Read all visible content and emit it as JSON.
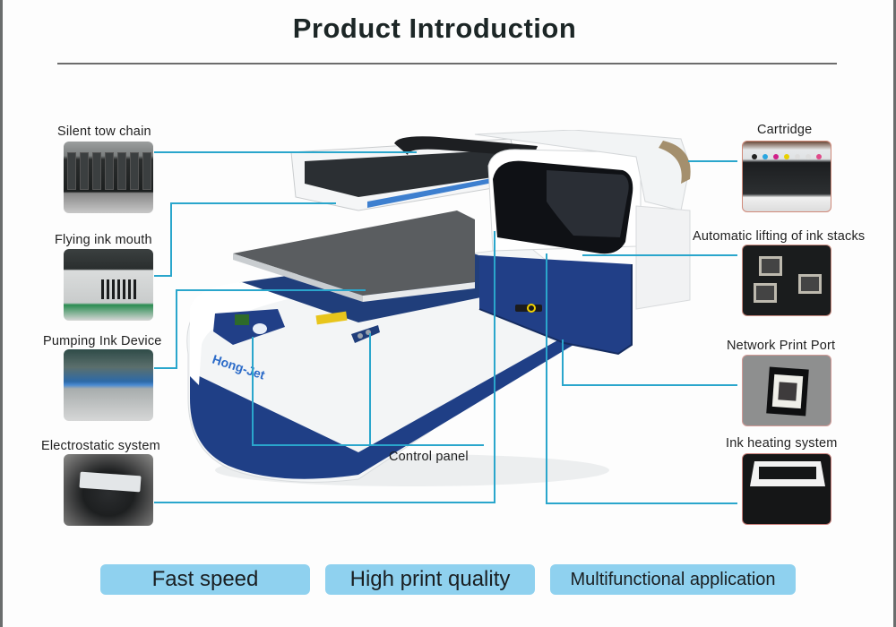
{
  "page": {
    "title": "Product Introduction"
  },
  "features_left": [
    {
      "label": "Silent tow chain",
      "icon": "tow-chain-photo"
    },
    {
      "label": "Flying ink mouth",
      "icon": "ink-mouth-photo"
    },
    {
      "label": "Pumping Ink Device",
      "icon": "pump-device-photo"
    },
    {
      "label": "Electrostatic system",
      "icon": "electrostatic-bar-photo"
    }
  ],
  "features_right": [
    {
      "label": "Cartridge",
      "icon": "ink-cartridge-photo"
    },
    {
      "label": "Automatic lifting of ink stacks",
      "icon": "ink-stack-photo"
    },
    {
      "label": "Network Print Port",
      "icon": "ethernet-port-photo"
    },
    {
      "label": "Ink heating system",
      "icon": "ink-heater-photo"
    }
  ],
  "callouts": {
    "control_panel": "Control panel"
  },
  "printer": {
    "brand_logo": "Hong-Jet",
    "image": "uv-flatbed-printer-photo"
  },
  "highlights": [
    {
      "label": "Fast speed"
    },
    {
      "label": "High print quality"
    },
    {
      "label": "Multifunctional application"
    }
  ],
  "colors": {
    "leader_line": "#2aa6cc",
    "pill_bg": "#8fd1ef",
    "printer_blue": "#1f3f86",
    "title_text": "#1c2626"
  }
}
